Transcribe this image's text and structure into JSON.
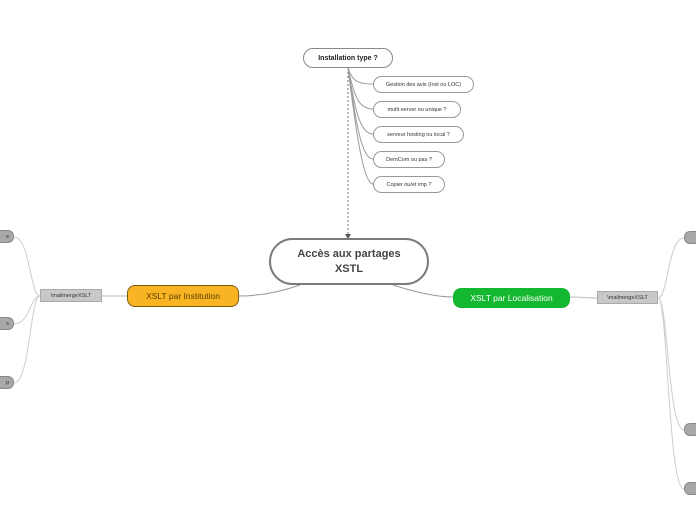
{
  "central": {
    "title": "Accès aux partages XSTL"
  },
  "installation": {
    "title": "Installation type ?",
    "items": [
      "Gestion des avis (Inst ou LOC)",
      "multi-server ou unique ?",
      "serveur hosting ou local ?",
      "DemCom ou pas ?",
      "Copier ou/et imp ?"
    ]
  },
  "left_branch": {
    "label": "XSLT par Institution",
    "color": "#f8b422",
    "tag": "\\mailmergeXSLT",
    "stubs": [
      "e",
      "s",
      "p"
    ]
  },
  "right_branch": {
    "label": "XSLT par Localisation",
    "color": "#14b830",
    "tag": "\\mailmergeXSLT"
  }
}
